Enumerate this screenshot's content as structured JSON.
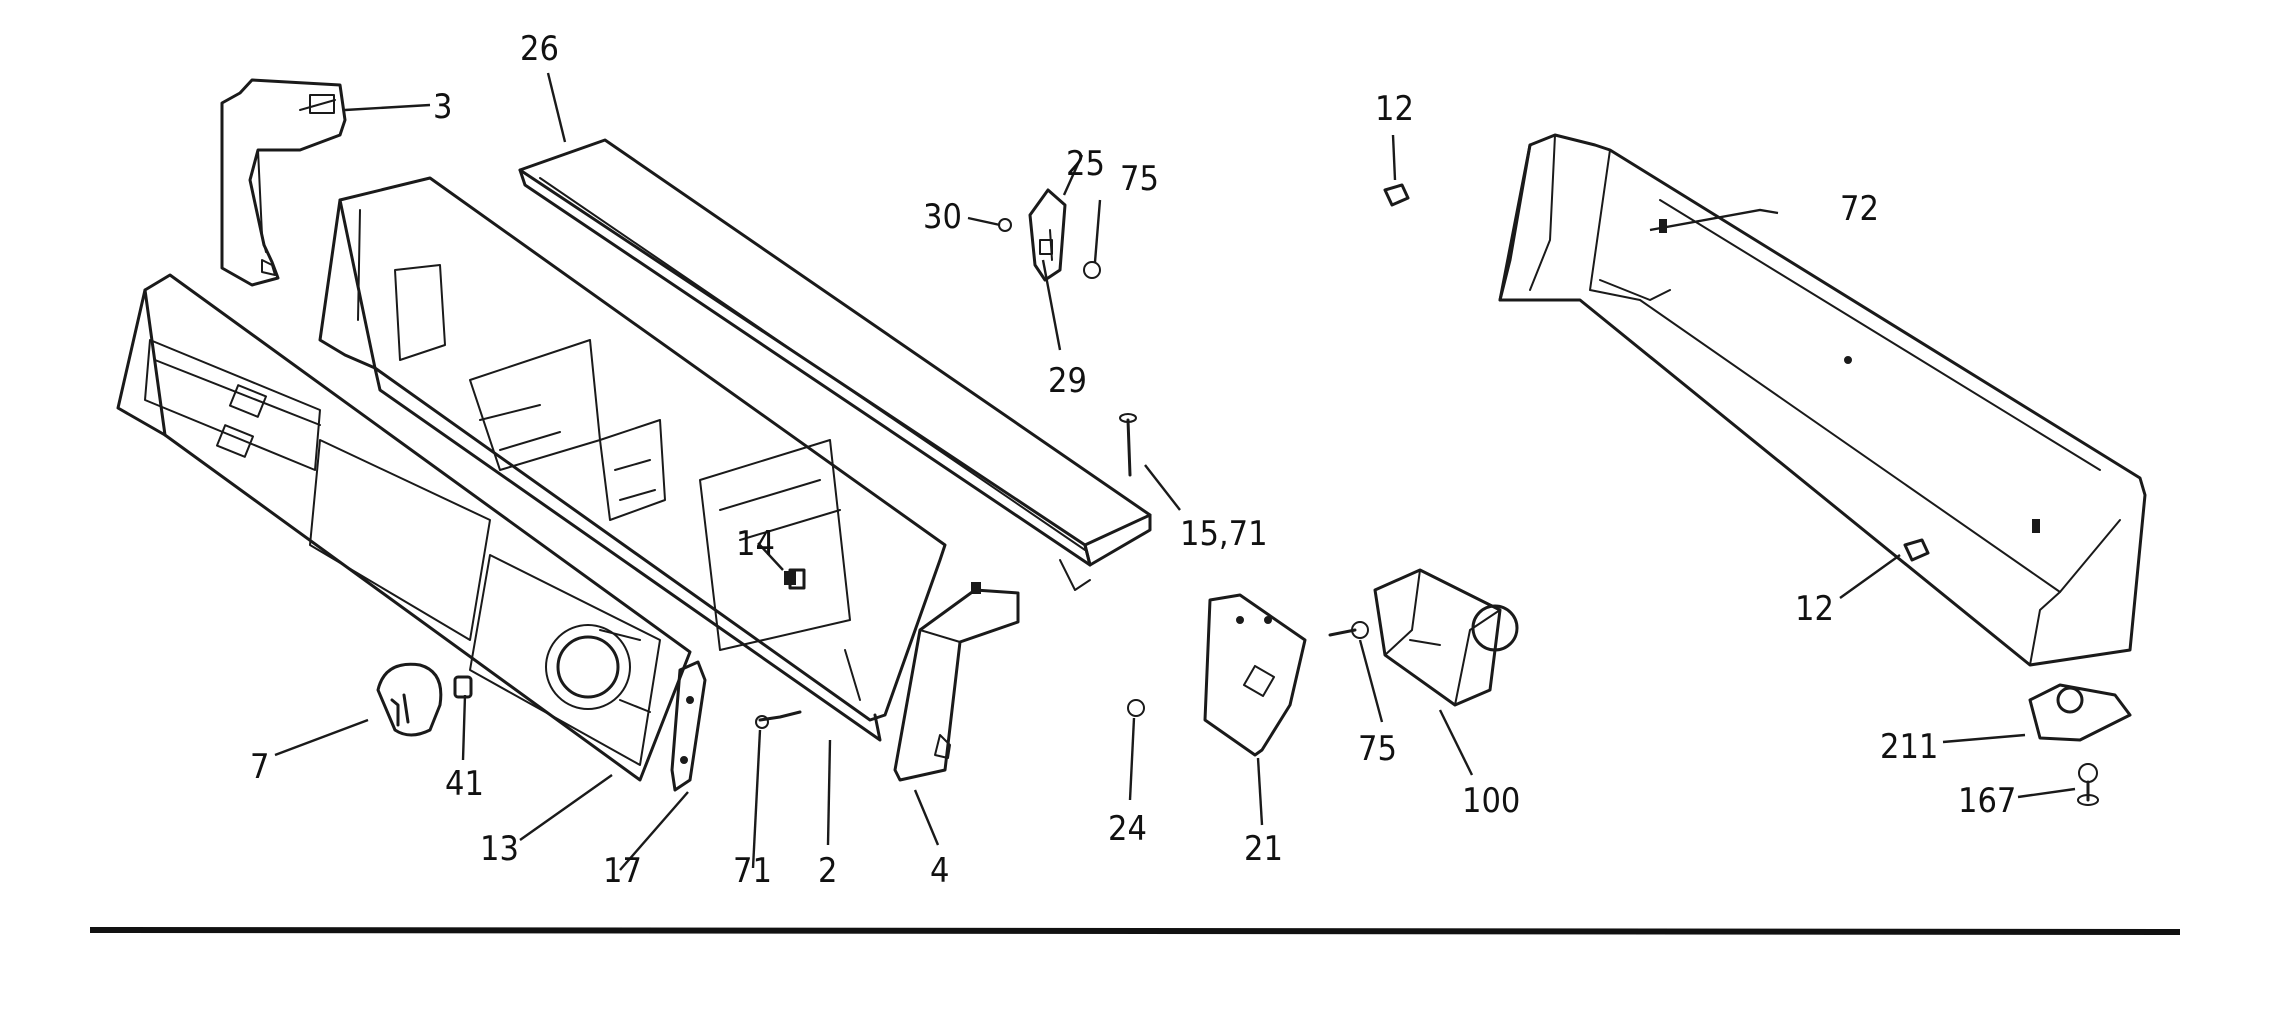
{
  "callouts": [
    {
      "id": "c3",
      "text": "3"
    },
    {
      "id": "c26",
      "text": "26"
    },
    {
      "id": "c25",
      "text": "25"
    },
    {
      "id": "c75a",
      "text": "75"
    },
    {
      "id": "c30",
      "text": "30"
    },
    {
      "id": "c29",
      "text": "29"
    },
    {
      "id": "c12a",
      "text": "12"
    },
    {
      "id": "c72",
      "text": "72"
    },
    {
      "id": "c15_71",
      "text": "15,71"
    },
    {
      "id": "c14",
      "text": "14"
    },
    {
      "id": "c12b",
      "text": "12"
    },
    {
      "id": "c211",
      "text": "211"
    },
    {
      "id": "c167",
      "text": "167"
    },
    {
      "id": "c75b",
      "text": "75"
    },
    {
      "id": "c100",
      "text": "100"
    },
    {
      "id": "c24",
      "text": "24"
    },
    {
      "id": "c21",
      "text": "21"
    },
    {
      "id": "c4",
      "text": "4"
    },
    {
      "id": "c2",
      "text": "2"
    },
    {
      "id": "c71",
      "text": "71"
    },
    {
      "id": "c17",
      "text": "17"
    },
    {
      "id": "c13",
      "text": "13"
    },
    {
      "id": "c41",
      "text": "41"
    },
    {
      "id": "c7",
      "text": "7"
    }
  ]
}
